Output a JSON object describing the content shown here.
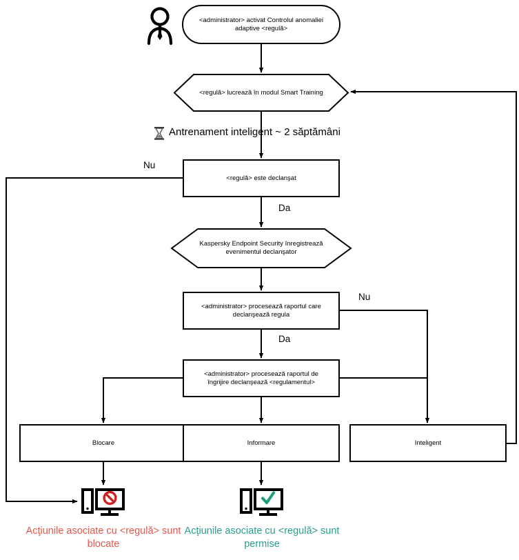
{
  "diagram": {
    "title": "Adaptive Anomaly Control rule workflow",
    "language": "ro"
  },
  "actor": {
    "name": "administrator-actor-icon"
  },
  "nodes": {
    "start": {
      "shape": "rounded-rectangle",
      "line1": "<administrator> activat Controlul anomaliei",
      "line2": "adaptive <regulă>"
    },
    "smart_training": {
      "shape": "hexagon",
      "text": "<regulă> lucrează în modul Smart Training"
    },
    "rule_triggered": {
      "shape": "rectangle",
      "text": "<regulă> este declanşat"
    },
    "kes_registers": {
      "shape": "hexagon",
      "line1": "Kaspersky Endpoint Security înregistrează",
      "line2": "evenimentul declanşator"
    },
    "admin_processes_report": {
      "shape": "rectangle",
      "line1": "<administrator> procesează raportul care",
      "line2": "declanşează regula"
    },
    "admin_processes_care_report": {
      "shape": "rectangle",
      "line1": "<administrator> procesează raportul de",
      "line2": "îngrijire declanşează <regulamentul>"
    },
    "block": {
      "shape": "rectangle",
      "text": "Blocare"
    },
    "inform": {
      "shape": "rectangle",
      "text": "Informare"
    },
    "smart": {
      "shape": "rectangle",
      "text": "Inteligent"
    }
  },
  "timer": {
    "icon": "hourglass-icon",
    "label": "Antrenament inteligent ~ 2 săptămâni"
  },
  "edge_labels": {
    "no_left": "Nu",
    "yes_first": "Da",
    "no_right": "Nu",
    "yes_second": "Da"
  },
  "outcomes": {
    "blocked": {
      "icon": "computer-blocked-icon",
      "line1": "Acţiunile asociate cu <regulă> sunt",
      "line2": "blocate",
      "color": "#e2584d"
    },
    "allowed": {
      "icon": "computer-allowed-icon",
      "line1": "Acţiunile asociate cu <regulă> sunt",
      "line2": "permise",
      "color": "#2a9d8f"
    }
  },
  "colors": {
    "stroke": "#000000",
    "fill": "#ffffff",
    "blocked": "#e2584d",
    "allowed": "#2a9d8f",
    "icon_red": "#cc2222",
    "icon_green": "#1a9e7a"
  }
}
